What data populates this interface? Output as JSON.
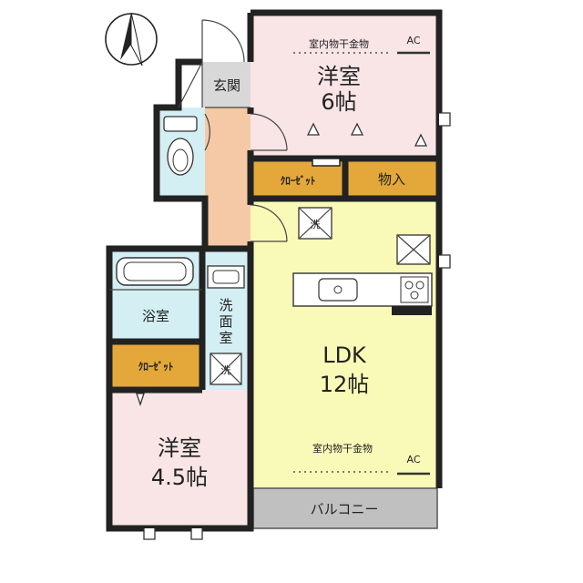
{
  "rooms": {
    "western_6": {
      "name": "洋室",
      "size": "6帖",
      "drying": "室内物干金物",
      "ac": "AC"
    },
    "western_45": {
      "name": "洋室",
      "size": "4.5帖"
    },
    "ldk": {
      "name": "LDK",
      "size": "12帖",
      "drying": "室内物干金物",
      "ac": "AC"
    },
    "entrance": "玄関",
    "closet_1": "ｸﾛｰｾﾞｯﾄ",
    "closet_2": "ｸﾛｰｾﾞｯﾄ",
    "storage": "物入",
    "bath": "浴室",
    "washroom": [
      "洗",
      "面",
      "室"
    ],
    "laundry_mark": "洗",
    "balcony": "バルコニー"
  },
  "colors": {
    "bedroom": "#f9e5e6",
    "ldk": "#fafab8",
    "closet": "#e4a83a",
    "hall": "#f5c9a6",
    "wet": "#d4eff4",
    "entrance": "#d8d8d8",
    "balcony": "#c0c0c0",
    "wall": "#222222"
  }
}
